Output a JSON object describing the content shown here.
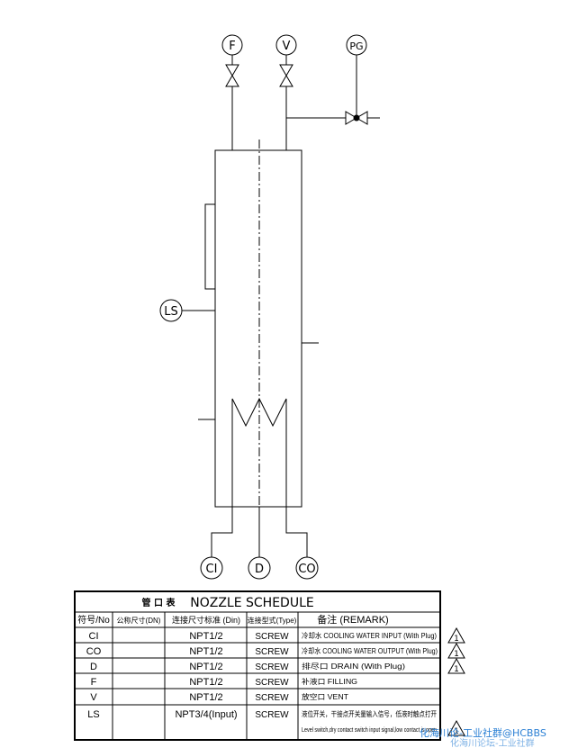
{
  "nozzle_labels": {
    "F": "F",
    "V": "V",
    "PG": "PG",
    "LS": "LS",
    "CI": "CI",
    "D": "D",
    "CO": "CO"
  },
  "schedule": {
    "title_cn": "管 口 表",
    "title_en": "NOZZLE SCHEDULE",
    "headers": [
      "符号/No",
      "公称尺寸(DN)",
      "连接尺寸标准 (Din)",
      "连接型式(Type)",
      "备注 (REMARK)"
    ],
    "rows": [
      {
        "no": "CI",
        "dn": "",
        "din": "NPT1/2",
        "type": "SCREW",
        "remark": "冷却水 COOLING WATER INPUT (With Plug)",
        "remark2": ""
      },
      {
        "no": "CO",
        "dn": "",
        "din": "NPT1/2",
        "type": "SCREW",
        "remark": "冷却水 COOLING WATER OUTPUT (With Plug)",
        "remark2": ""
      },
      {
        "no": "D",
        "dn": "",
        "din": "NPT1/2",
        "type": "SCREW",
        "remark": "排尽口 DRAIN (With Plug)",
        "remark2": ""
      },
      {
        "no": "F",
        "dn": "",
        "din": "NPT1/2",
        "type": "SCREW",
        "remark": "补液口 FILLING",
        "remark2": ""
      },
      {
        "no": "V",
        "dn": "",
        "din": "NPT1/2",
        "type": "SCREW",
        "remark": "放空口 VENT",
        "remark2": ""
      },
      {
        "no": "LS",
        "dn": "",
        "din": "NPT3/4(Input)",
        "type": "SCREW",
        "remark": "液位开关，干接点开关量输入信号，低液时触点打开",
        "remark2": "Level switch,dry contact switch input signal,low contact is open"
      }
    ],
    "revision_marks": [
      "1",
      "1",
      "1",
      "1"
    ]
  },
  "watermark": {
    "line1": "化海川论-工业社群@HCBBS",
    "line2": "化海川论坛-工业社群"
  }
}
